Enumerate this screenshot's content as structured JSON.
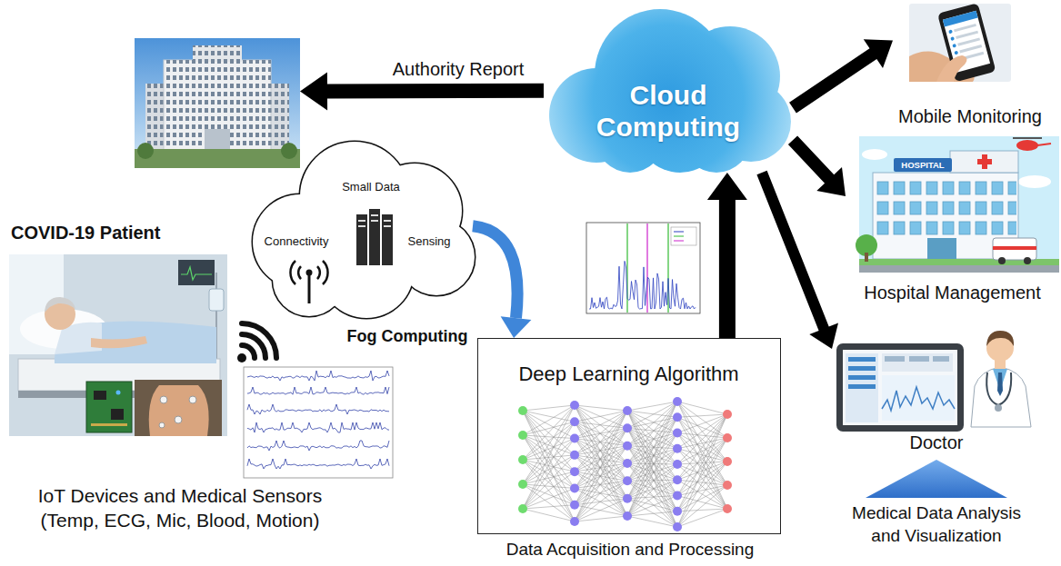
{
  "diagram": {
    "nodes": [
      {
        "text": []
      },
      {
        "text": [
          "Cloud Computing"
        ]
      },
      {
        "text": [
          "Mobile Monitoring"
        ]
      },
      {
        "text": [
          "Small Data",
          "Connectivity",
          "Sensing",
          "Fog Computing"
        ]
      },
      {
        "text": [
          "COVID-19 Patient",
          "IoT Devices and Medical Sensors (Temp, ECG, Mic, Blood, Motion)"
        ]
      },
      {
        "text": [
          "Hospital Management"
        ]
      },
      {
        "text": [
          "Deep Learning Algorithm",
          "Data Acquisition and Processing"
        ]
      },
      {
        "text": [
          "Doctor"
        ]
      }
    ],
    "edges": [
      {
        "from": 1,
        "to": 0,
        "arrow": "to",
        "label": "Authority Report"
      },
      {
        "from": 3,
        "to": 6,
        "arrow": "to"
      },
      {
        "from": 6,
        "to": 1,
        "arrow": "to"
      },
      {
        "from": 1,
        "to": 2,
        "arrow": "to"
      },
      {
        "from": 1,
        "to": 5,
        "arrow": "to"
      },
      {
        "from": 1,
        "to": 7,
        "arrow": "to"
      }
    ],
    "labels": [
      "HOSPITAL",
      "Medical Data Analysis and Visualization"
    ]
  }
}
